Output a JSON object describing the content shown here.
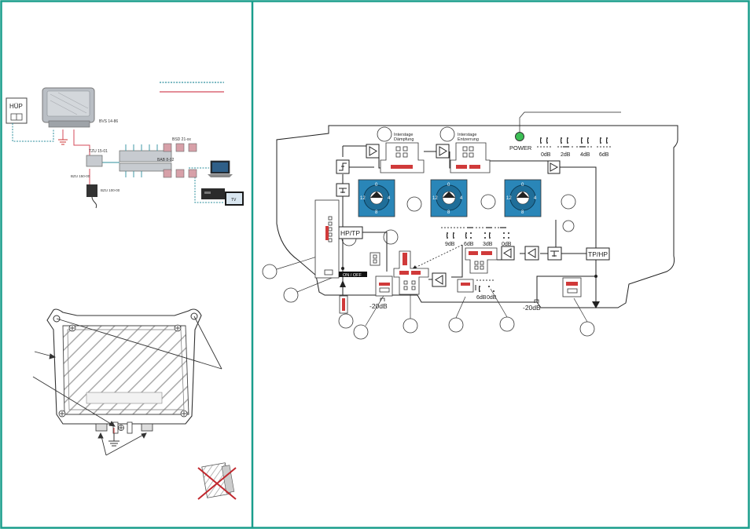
{
  "colors": {
    "frame": "#1a9e8c",
    "line": "#222222",
    "cable_blue": "#2e8f9e",
    "cable_red": "#d44a5a",
    "dial": "#2a86b8",
    "jumper_red": "#d03a3a",
    "led": "#3cbf55",
    "device_gray": "#b9bec4"
  },
  "left_panel": {
    "install": {
      "hup_label": "HÜP",
      "amp_label": "BVS 14-86",
      "tap_label": "TZU 15-01",
      "psu1_label": "BZU 150-00",
      "psu2_label": "BZU 100-00",
      "splitter_top_label": "BSD 21-xx",
      "splitter_bottom_label": "BAB 8-02",
      "tv_label": "TV"
    }
  },
  "right_panel": {
    "power_label": "POWER",
    "interstage_att": [
      "Interstage",
      "Dämpfung"
    ],
    "interstage_eq": [
      "Interstage",
      "Entzerrung"
    ],
    "att_top": [
      "0dB",
      "2dB",
      "4dB",
      "6dB"
    ],
    "att_mid": [
      "9dB",
      "6dB",
      "3dB",
      "0dB"
    ],
    "att_small": [
      "6dB",
      "0dB"
    ],
    "hp_tp": "HP/TP",
    "tp_hp": "TP/HP",
    "on_off": "ON / OFF",
    "minus20_left": "-20dB",
    "minus20_right": "-20dB",
    "dial_labels": [
      "0",
      "4",
      "8",
      "12"
    ]
  }
}
